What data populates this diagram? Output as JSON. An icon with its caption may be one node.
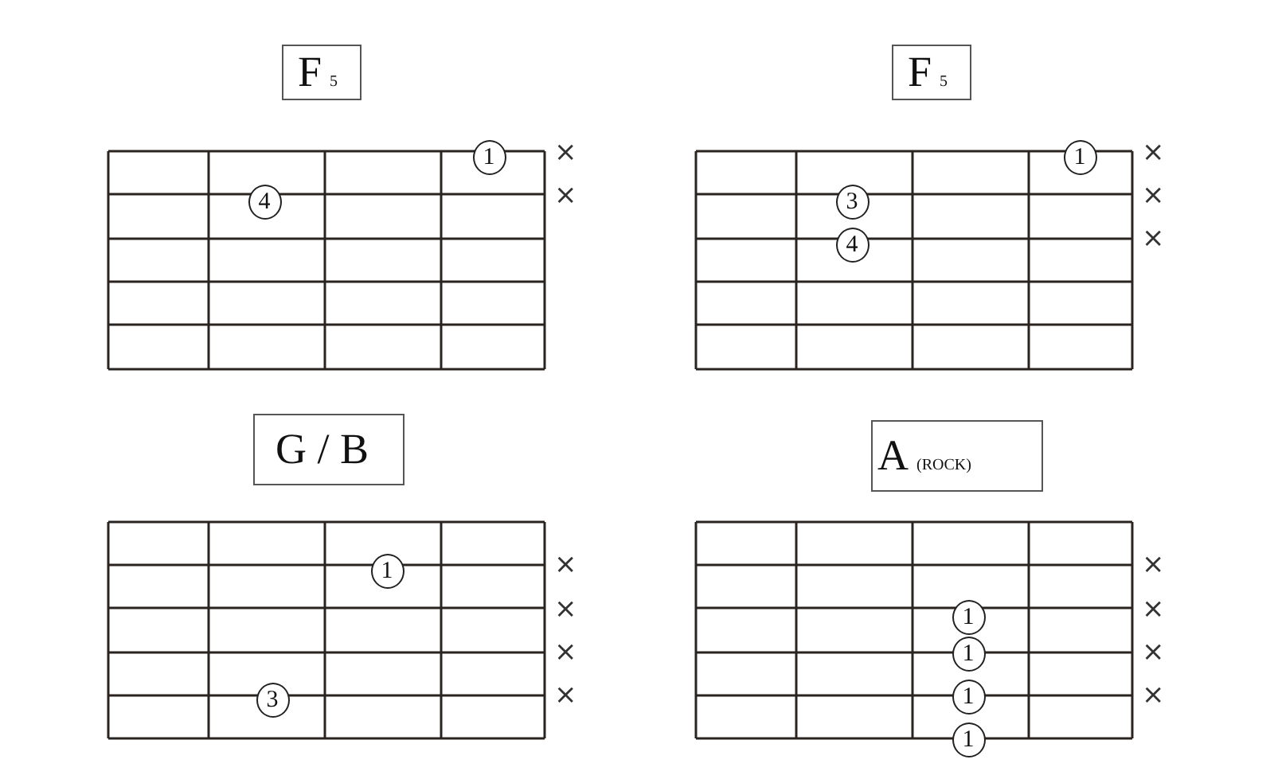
{
  "diagram": {
    "nodes": [
      {
        "text": [
          "F",
          "5"
        ]
      },
      {
        "text": [
          "1"
        ]
      },
      {
        "text": [
          "4"
        ]
      },
      {
        "text": [
          "F",
          "5"
        ]
      },
      {
        "text": [
          "1"
        ]
      },
      {
        "text": [
          "3"
        ]
      },
      {
        "text": [
          "4"
        ]
      },
      {
        "text": [
          "G / B"
        ]
      },
      {
        "text": [
          "1"
        ]
      },
      {
        "text": [
          "3"
        ]
      },
      {
        "text": [
          "A",
          "(ROCK)"
        ]
      },
      {
        "text": [
          "1"
        ]
      },
      {
        "text": [
          "1"
        ]
      },
      {
        "text": [
          "1"
        ]
      },
      {
        "text": [
          "1"
        ]
      }
    ],
    "edges": [],
    "labels": [
      "×",
      "×",
      "×",
      "×",
      "×",
      "×",
      "×",
      "×",
      "×",
      "×",
      "×",
      "×",
      "×"
    ]
  }
}
